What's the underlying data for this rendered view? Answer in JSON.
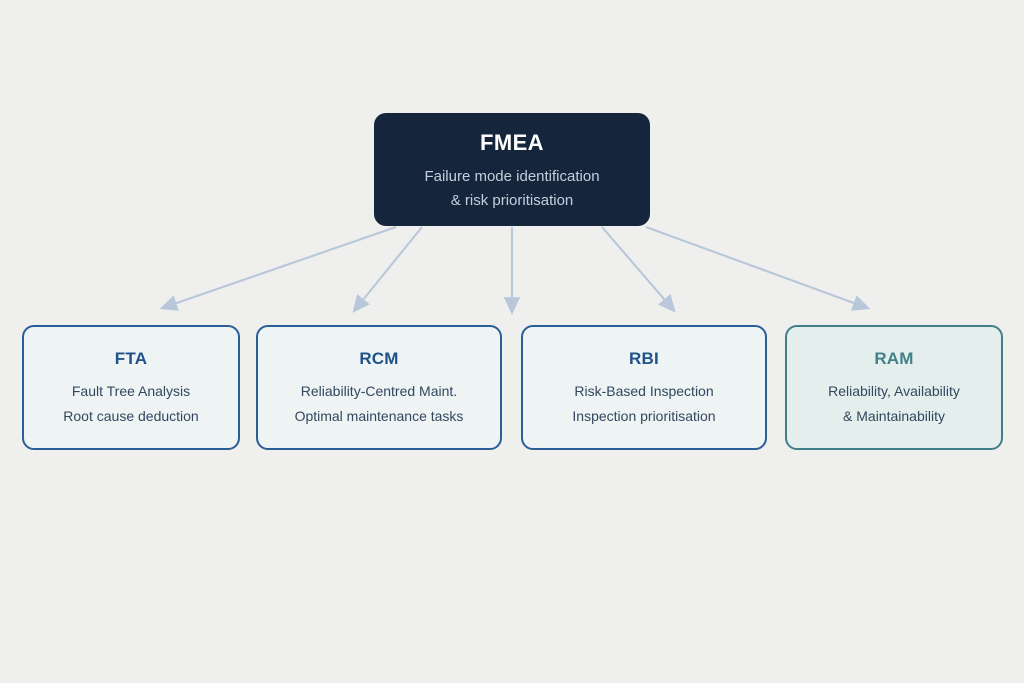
{
  "diagram": {
    "type": "hierarchy-tree",
    "background_color": "#efefee",
    "root": {
      "title": "FMEA",
      "subtitle": "Failure mode identification\n& risk prioritisation",
      "fill_color": "#15253b",
      "title_color": "#ffffff",
      "subtitle_color": "#c3cfdd"
    },
    "arrow_color": "#b9c7da",
    "children": [
      {
        "title": "FTA",
        "subtitle": "Fault Tree Analysis\nRoot cause deduction",
        "accent": "blue",
        "border_color": "#2a5e96",
        "fill_color": "#eef3f4",
        "title_color": "#20528a"
      },
      {
        "title": "RCM",
        "subtitle": "Reliability-Centred Maint.\nOptimal maintenance tasks",
        "accent": "blue",
        "border_color": "#2a5e96",
        "fill_color": "#eef3f4",
        "title_color": "#20528a"
      },
      {
        "title": "RBI",
        "subtitle": "Risk-Based Inspection\nInspection prioritisation",
        "accent": "blue",
        "border_color": "#2a5e96",
        "fill_color": "#eef3f4",
        "title_color": "#20528a"
      },
      {
        "title": "RAM",
        "subtitle": "Reliability, Availability\n& Maintainability",
        "accent": "teal",
        "border_color": "#417f88",
        "fill_color": "#e4efed",
        "title_color": "#41808a"
      }
    ],
    "connectors": [
      {
        "from": "FMEA",
        "to": "FTA"
      },
      {
        "from": "FMEA",
        "to": "RCM"
      },
      {
        "from": "FMEA",
        "to": "RBI"
      },
      {
        "from": "FMEA",
        "to": "RAM"
      },
      {
        "from": "FMEA",
        "to": "RAM-far-right"
      }
    ]
  }
}
